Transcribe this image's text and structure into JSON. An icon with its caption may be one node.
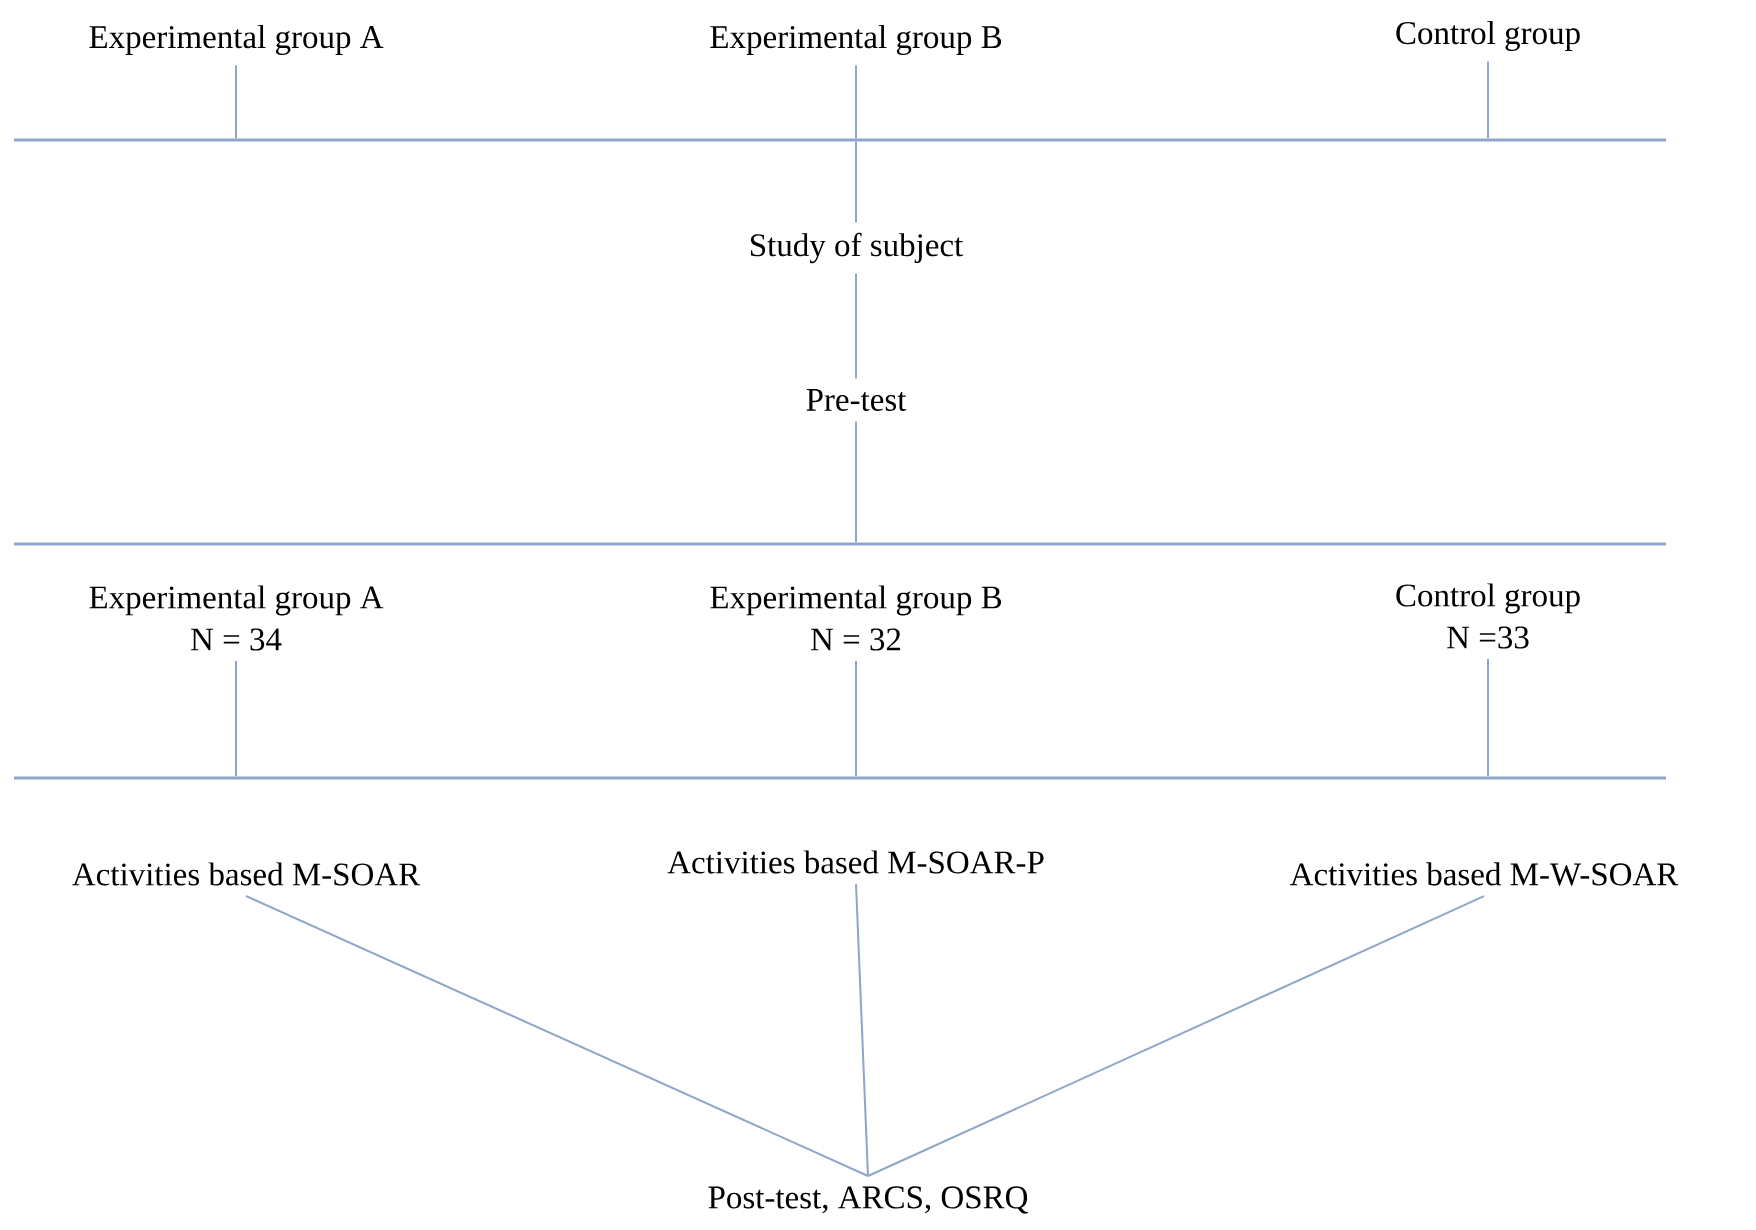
{
  "diagram": {
    "nodes": [
      {
        "text": [
          "Experimental group A"
        ]
      },
      {
        "text": [
          "Experimental group B"
        ]
      },
      {
        "text": [
          "Control group"
        ]
      },
      {
        "text": [],
        "shape": "bar"
      },
      {
        "text": [
          "Study of subject"
        ]
      },
      {
        "text": [
          "Pre-test"
        ]
      },
      {
        "text": [],
        "shape": "bar"
      },
      {
        "text": [
          "Experimental group A",
          "N = 34"
        ]
      },
      {
        "text": [
          "Experimental group B",
          "N = 32"
        ]
      },
      {
        "text": [
          "Control group",
          "N =33"
        ]
      },
      {
        "text": [],
        "shape": "bar"
      },
      {
        "text": [
          "Activities based M-SOAR"
        ]
      },
      {
        "text": [
          "Activities based M-SOAR-P"
        ]
      },
      {
        "text": [
          "Activities based M-W-SOAR"
        ]
      },
      {
        "text": [
          "Post-test, ARCS, OSRQ"
        ]
      }
    ],
    "edges": [
      {
        "from": 0,
        "to": 3,
        "arrow": "none"
      },
      {
        "from": 1,
        "to": 3,
        "arrow": "none"
      },
      {
        "from": 2,
        "to": 3,
        "arrow": "none"
      },
      {
        "from": 3,
        "to": 4,
        "arrow": "none"
      },
      {
        "from": 4,
        "to": 5,
        "arrow": "none"
      },
      {
        "from": 5,
        "to": 6,
        "arrow": "none"
      },
      {
        "from": 7,
        "to": 10,
        "arrow": "none"
      },
      {
        "from": 8,
        "to": 10,
        "arrow": "none"
      },
      {
        "from": 9,
        "to": 10,
        "arrow": "none"
      },
      {
        "from": 11,
        "to": 14,
        "arrow": "none"
      },
      {
        "from": 12,
        "to": 14,
        "arrow": "none"
      },
      {
        "from": 13,
        "to": 14,
        "arrow": "none"
      }
    ]
  }
}
